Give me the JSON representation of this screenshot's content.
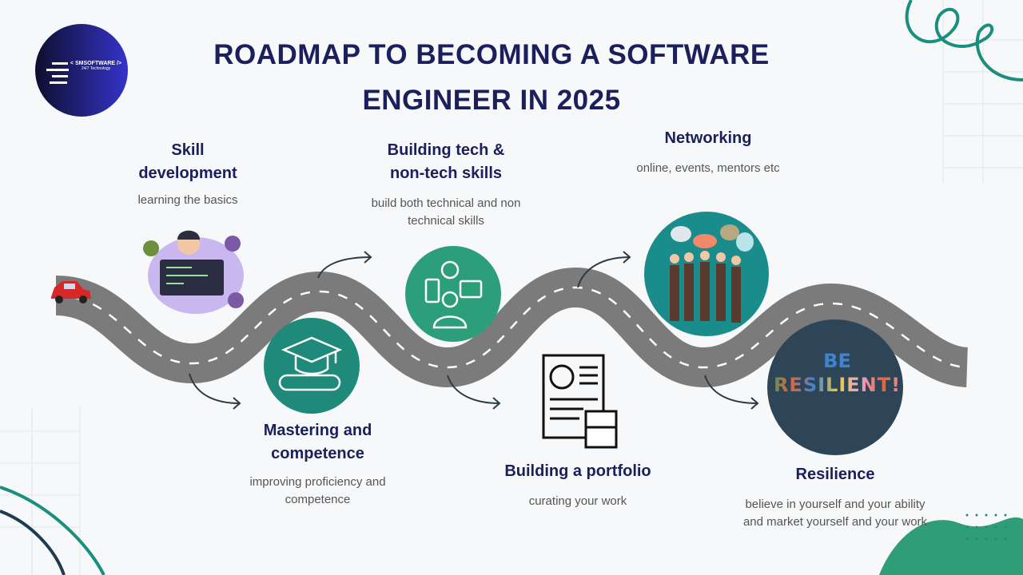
{
  "title": {
    "line1": "ROADMAP TO  BECOMING A SOFTWARE",
    "line2": "ENGINEER IN 2025"
  },
  "logo": {
    "name": "< SMSOFTWARE />",
    "tagline": "24/7 Technology"
  },
  "steps": [
    {
      "heading": "Skill development",
      "description": "learning the basics"
    },
    {
      "heading": "Mastering and competence",
      "description": "improving proficiency and competence"
    },
    {
      "heading": "Building tech & non-tech skills",
      "description": "build both technical and non technical skills"
    },
    {
      "heading": "Building a portfolio",
      "description": "curating your work"
    },
    {
      "heading": "Networking",
      "description": "online, events, mentors etc"
    },
    {
      "heading": "Resilience",
      "description": "believe in yourself and your ability and market yourself and your work"
    }
  ],
  "badge": {
    "line1": "BE",
    "line2": "RESILIENT!"
  },
  "colors": {
    "title": "#1b1f5c",
    "road": "#7b7b7b",
    "teal": "#1f8a7a",
    "resilient_bg": "#2e4557"
  }
}
